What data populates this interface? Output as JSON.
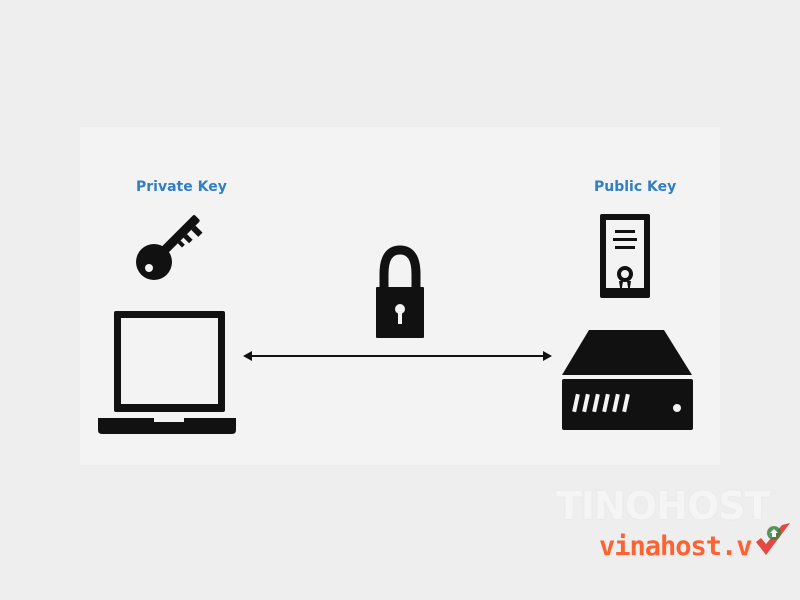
{
  "diagram": {
    "private_key_label": "Private Key",
    "public_key_label": "Public Key"
  },
  "watermark": {
    "top_text": "TINOHOST",
    "bottom_text": "vinahost.v"
  },
  "colors": {
    "label_blue": "#2f7fc6",
    "icon_black": "#111111",
    "background": "#eeeeee",
    "panel": "#f3f3f3",
    "watermark_orange": "#ff5722",
    "watermark_red": "#e53935",
    "watermark_green": "#2e7d32"
  },
  "icons": [
    "key-icon",
    "laptop-icon",
    "padlock-icon",
    "certificate-icon",
    "server-icon",
    "double-arrow-icon"
  ]
}
